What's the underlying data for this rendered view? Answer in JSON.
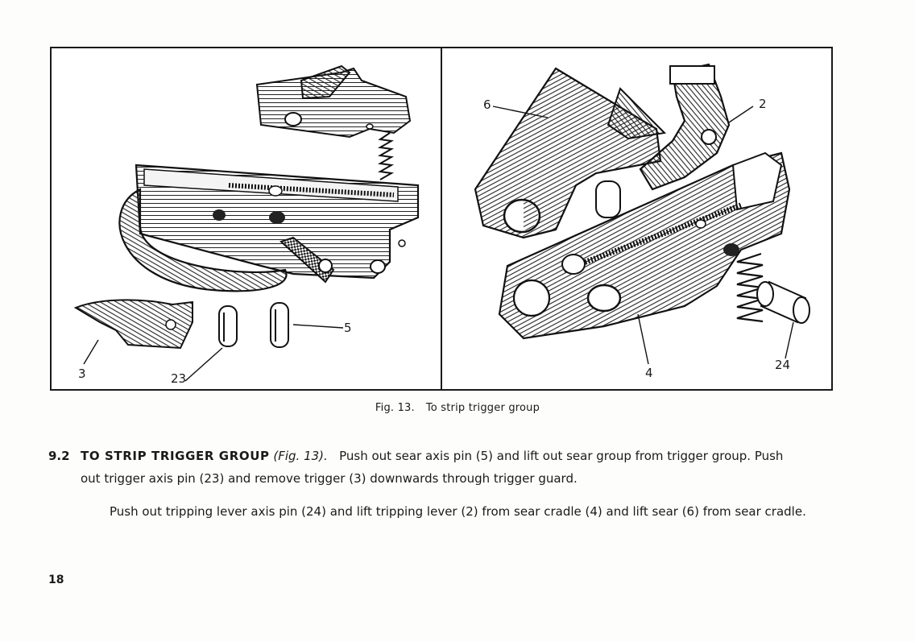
{
  "figure": {
    "callouts_left": {
      "c3": "3",
      "c23": "23",
      "c5": "5"
    },
    "callouts_right": {
      "c6": "6",
      "c2": "2",
      "c4": "4",
      "c24": "24"
    },
    "caption_number": "Fig. 13.",
    "caption_text": "To strip trigger group"
  },
  "section": {
    "number": "9.2",
    "heading": "TO STRIP TRIGGER GROUP",
    "figure_ref": "(Fig. 13).",
    "line1_rest": "Push out sear axis pin (5) and lift out sear group from trigger group.   Push",
    "line2": "out trigger axis pin (23) and remove trigger (3) downwards through trigger guard.",
    "paragraph2": "Push out tripping lever axis pin (24) and lift tripping lever (2) from sear cradle (4) and lift sear (6) from sear cradle."
  },
  "page_number": "18"
}
